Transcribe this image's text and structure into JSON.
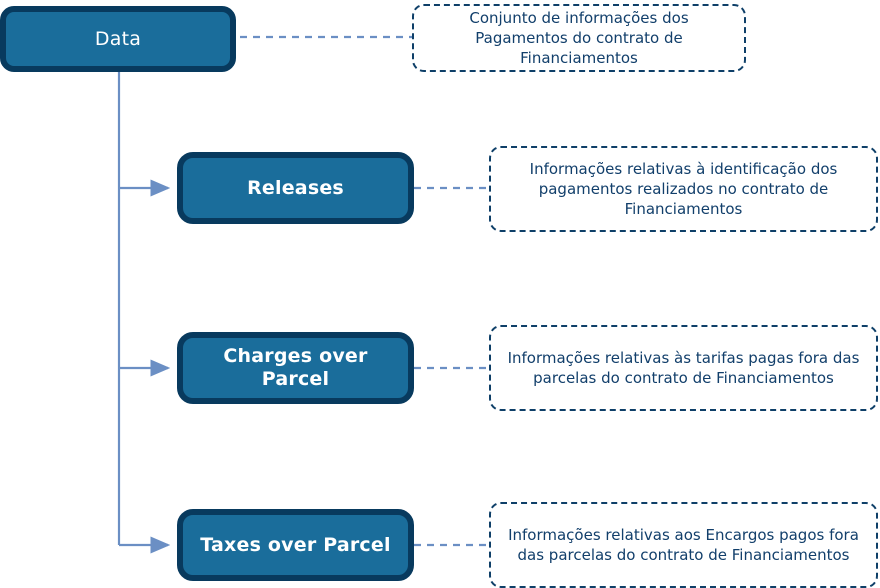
{
  "diagram": {
    "title": "Data",
    "accent_fill": "#1a6d9b",
    "accent_border": "#083a5e",
    "connector_color": "#6b8fc4",
    "note_border_color": "#0e3f68",
    "note_text_color": "#123f6b",
    "background": "#ffffff",
    "root": {
      "label": "Data",
      "note": "Conjunto de informações dos Pagamentos do contrato de Financiamentos"
    },
    "children": [
      {
        "label": "Releases",
        "note": "Informações relativas à identificação dos pagamentos realizados no contrato de Financiamentos"
      },
      {
        "label": "Charges over Parcel",
        "note": "Informações relativas às tarifas pagas fora das parcelas do contrato de Financiamentos"
      },
      {
        "label": "Taxes over Parcel",
        "note": "Informações relativas aos Encargos pagos fora das parcelas do contrato de Financiamentos"
      }
    ]
  }
}
